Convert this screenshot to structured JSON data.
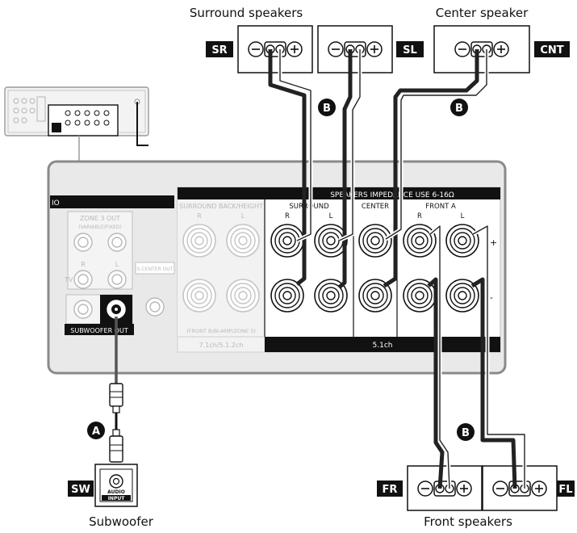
{
  "labels": {
    "surround_speakers": "Surround speakers",
    "center_speaker": "Center speaker",
    "front_speakers": "Front speakers",
    "subwoofer": "Subwoofer"
  },
  "tags": {
    "sr": "SR",
    "sl": "SL",
    "cnt": "CNT",
    "fr": "FR",
    "fl": "FL",
    "sw": "SW"
  },
  "callouts": {
    "a": "A",
    "b": "B"
  },
  "panel": {
    "partial_left": "IO",
    "zone3_out": "ZONE 3 OUT",
    "zone3_sub": "(VARIABLE/FIXED)",
    "r": "R",
    "l": "L",
    "tv": "TV",
    "subwoofer_out": "SUBWOOFER OUT",
    "s_center_out": "S-CENTER OUT",
    "speakers_header": "SPEAKERS   IMPEDANCE USE 6-16Ω",
    "surround_back_height": "SURROUND BACK/HEIGHT",
    "surround": "SURROUND",
    "center": "CENTER",
    "front_a": "FRONT A",
    "plus": "+",
    "minus": "-",
    "front_b_note": "(FRONT B/BI-AMP/ZONE 3)",
    "ch_71": "7.1ch/5.1.2ch",
    "ch_51": "5.1ch"
  },
  "subwoofer_box": {
    "audio": "AUDIO",
    "input": "INPUT"
  },
  "colors": {
    "cable_dark": "#222222",
    "panel_fill": "#e9e9e9",
    "panel_border": "#8a8a8a"
  }
}
